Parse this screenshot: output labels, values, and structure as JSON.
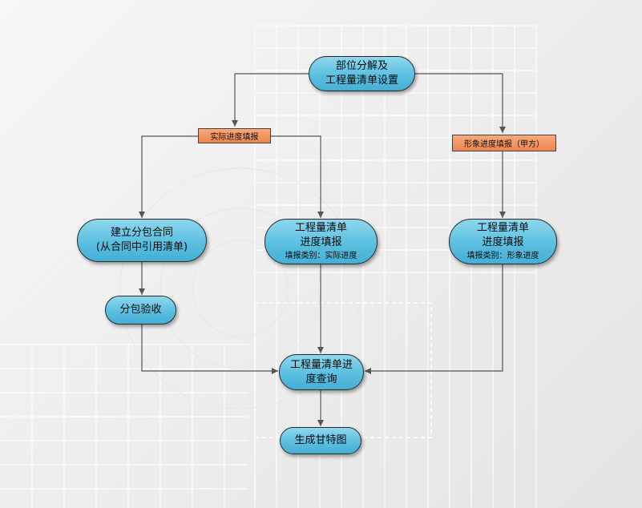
{
  "nodes": {
    "top": [
      "部位分解及",
      "工程量清单设置"
    ],
    "subcontract": [
      "建立分包合同",
      "(从合同中引用清单)"
    ],
    "actual_report": [
      "工程量清单",
      "进度填报"
    ],
    "actual_report_sub": "填报类别：实际进度",
    "image_report": [
      "工程量清单",
      "进度填报"
    ],
    "image_report_sub": "填报类别：形象进度",
    "acceptance": "分包验收",
    "query": [
      "工程量清单进",
      "度查询"
    ],
    "gantt": "生成甘特图"
  },
  "tags": {
    "actual": "实际进度填报",
    "image": "形象进度填报（甲方）"
  },
  "colors": {
    "node_fill": "#5bbfe0",
    "tag_fill": "#ee8650",
    "connector": "#555555"
  }
}
